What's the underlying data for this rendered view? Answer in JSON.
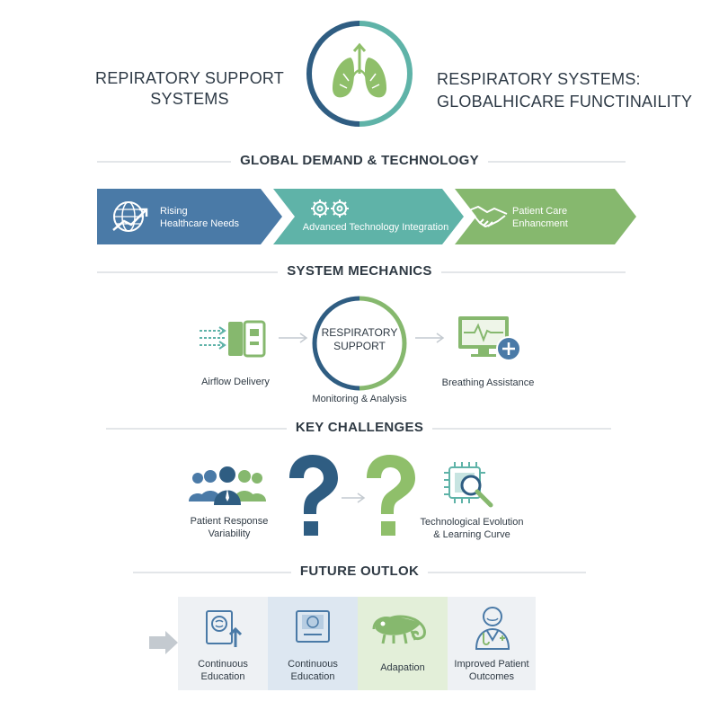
{
  "header": {
    "left_title_line1": "REPIRATORY SUPPORT",
    "left_title_line2": "SYSTEMS",
    "right_title_line1": "RESPIRATORY SYSTEMS:",
    "right_title_line2": "GLOBALHICARE FUNCTINAILITY",
    "icon": "lungs-icon"
  },
  "sections": {
    "demand": "GLOBAL DEMAND & TECHNOLOGY",
    "mechanics": "SYSTEM MECHANICS",
    "challenges": "KEY CHALLENGES",
    "future": "FUTURE OUTLOK"
  },
  "banner": {
    "step1_line1": "Rising",
    "step1_line2": "Healthcare Needs",
    "step2": "Advanced Technology Integration",
    "step3_line1": "Patient Care",
    "step3_line2": "Enhancment",
    "icons": [
      "globe-growth-icon",
      "gears-icon",
      "handshake-icon"
    ]
  },
  "mechanics": {
    "airflow": "Airflow Delivery",
    "center_line1": "RESPIRATORY",
    "center_line2": "SUPPORT",
    "monitoring": "Monitoring & Analysis",
    "breathing": "Breathing Assistance"
  },
  "challenges": {
    "patient_line1": "Patient Response",
    "patient_line2": "Variability",
    "tech_line1": "Technological Evolution",
    "tech_line2": "& Learning Curve"
  },
  "future": {
    "panels": [
      {
        "line1": "Continuous",
        "line2": "Education"
      },
      {
        "line1": "Continuous",
        "line2": "Education"
      },
      {
        "line1": "Adapation",
        "line2": ""
      },
      {
        "line1": "Improved Patient",
        "line2": "Outcomes"
      }
    ]
  },
  "colors": {
    "blue": "#4a7aa7",
    "teal": "#5fb3a8",
    "green": "#86b86e",
    "navy": "#2f5d82",
    "light_green": "#8fbf6a"
  }
}
